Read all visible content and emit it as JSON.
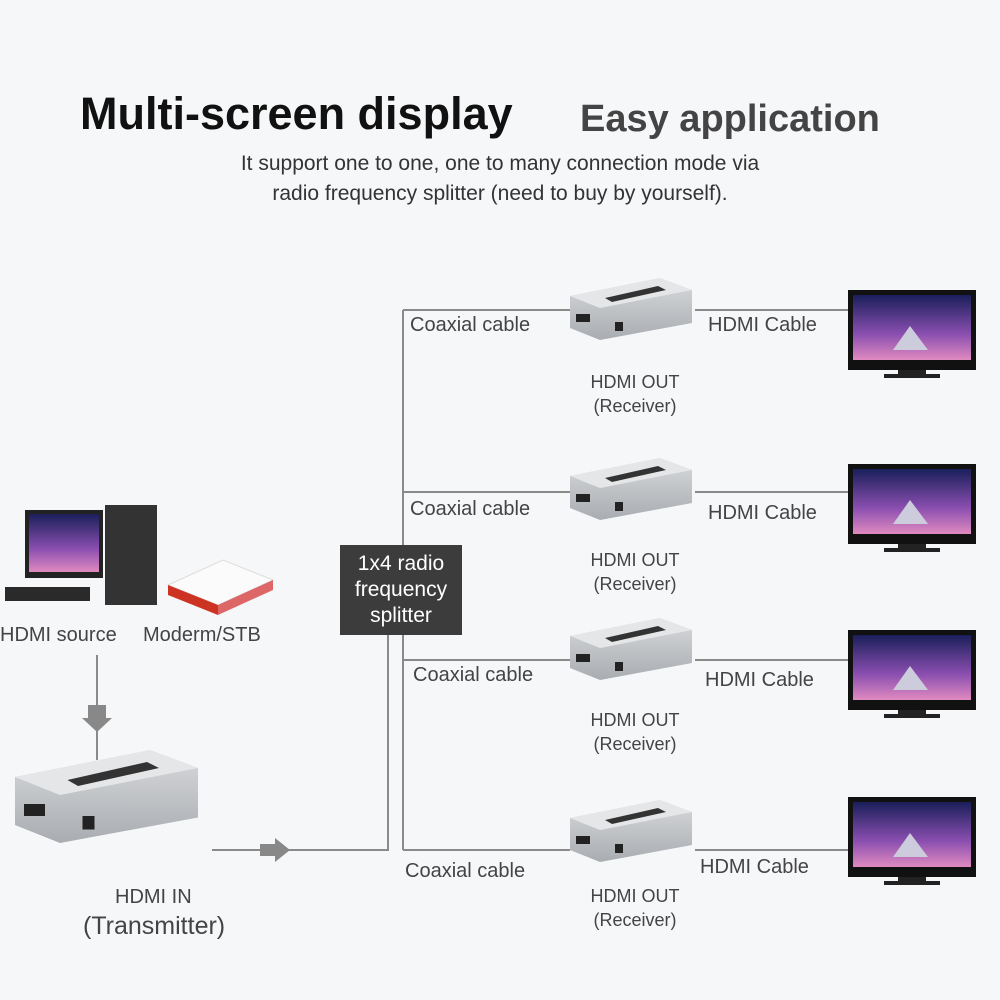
{
  "header": {
    "title": "Multi-screen display",
    "subtitle": "Easy application",
    "description_line1": "It support one to one, one to many connection mode via",
    "description_line2": "radio frequency splitter (need to buy by yourself)."
  },
  "source": {
    "hdmi_source": "HDMI source",
    "modem": "Moderm/STB"
  },
  "transmitter": {
    "line1": "HDMI IN",
    "line2": "(Transmitter)"
  },
  "splitter": {
    "line1": "1x4 radio",
    "line2": "frequency",
    "line3": "splitter"
  },
  "branches": [
    {
      "coax": "Coaxial cable",
      "hdmi": "HDMI Cable",
      "rx1": "HDMI OUT",
      "rx2": "(Receiver)"
    },
    {
      "coax": "Coaxial cable",
      "hdmi": "HDMI Cable",
      "rx1": "HDMI OUT",
      "rx2": "(Receiver)"
    },
    {
      "coax": "Coaxial cable",
      "hdmi": "HDMI Cable",
      "rx1": "HDMI OUT",
      "rx2": "(Receiver)"
    },
    {
      "coax": "Coaxial cable",
      "hdmi": "HDMI Cable",
      "rx1": "HDMI OUT",
      "rx2": "(Receiver)"
    }
  ]
}
